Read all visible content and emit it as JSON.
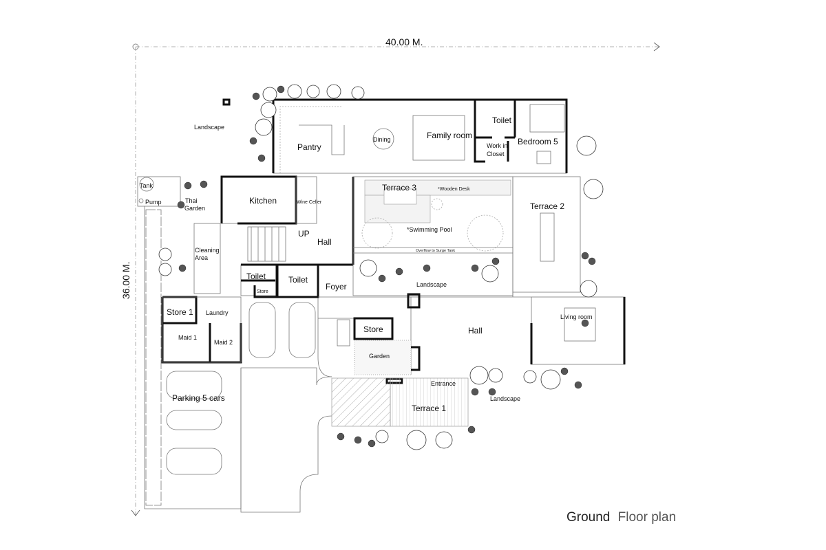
{
  "title": {
    "bold": "Ground",
    "light": "Floor plan"
  },
  "dimensions": {
    "width": "40.00 M.",
    "depth": "36.00 M."
  },
  "rooms": {
    "landscape_nw": "Landscape",
    "pantry": "Pantry",
    "dining": "Dining",
    "family_room": "Family room",
    "toilet_upper": "Toilet",
    "work_in_closet_1": "Work in",
    "work_in_closet_2": "Closet",
    "bedroom5": "Bedroom 5",
    "tank": "Tank",
    "pump": "Pump",
    "thai_garden_1": "Thai",
    "thai_garden_2": "Garden",
    "kitchen": "Kitchen",
    "wine_cellar": "Wine Celler",
    "terrace3": "Terrace 3",
    "wooden_desk": "*Wooden Desk",
    "swimming_pool": "*Swimming Pool",
    "overflow": "Overflow to Surge Tank",
    "terrace2": "Terrace 2",
    "cleaning_1": "Cleaning",
    "cleaning_2": "Area",
    "up": "UP",
    "hall_upper": "Hall",
    "toilet_a": "Toilet",
    "store_small": "Store",
    "toilet_b": "Toilet",
    "foyer": "Foyer",
    "landscape_mid": "Landscape",
    "store1": "Store 1",
    "laundry": "Laundry",
    "maid1": "Maid 1",
    "maid2": "Maid 2",
    "store": "Store",
    "garden": "Garden",
    "hall_lower": "Hall",
    "living_room": "Living room",
    "parking": "Parking 5 cars",
    "entrance": "Entrance",
    "terrace1": "Terrace 1",
    "landscape_se": "Landscape"
  }
}
